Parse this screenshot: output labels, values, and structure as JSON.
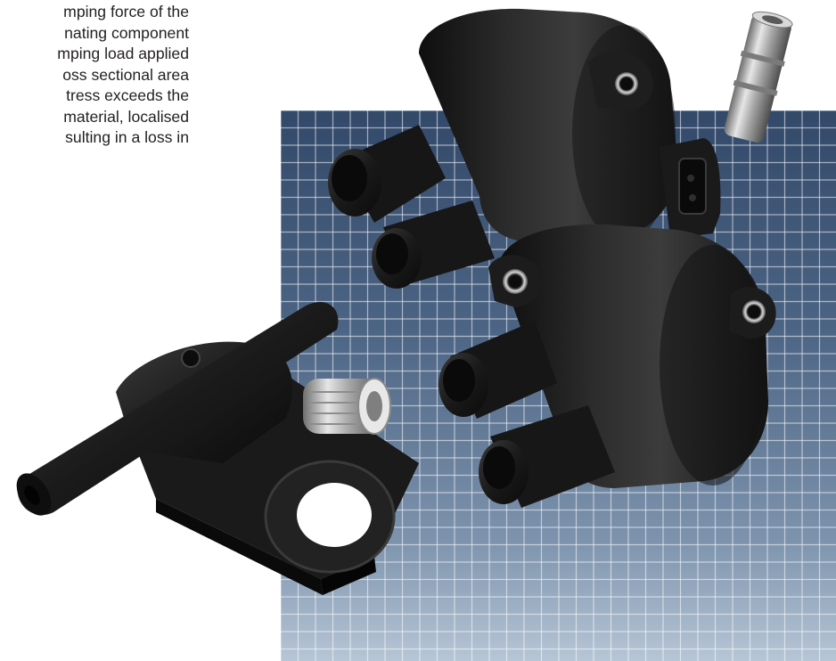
{
  "text_block": {
    "lines": [
      "mping force of the",
      "nating component",
      "mping load applied",
      "oss sectional area",
      "tress exceeds the",
      "material, localised",
      "sulting in a loss in"
    ]
  },
  "colors": {
    "text": "#231f20",
    "grid_dark": "#33496a",
    "grid_light": "#b7c6d6",
    "plastic": "#1c1c1c",
    "metal_insert": "#c9c9c9"
  },
  "icons": {
    "ignition_coil": "ignition-coil-image",
    "sensor_housing": "sensor-housing-image",
    "threaded_insert": "threaded-insert-image",
    "sleeve_insert": "sleeve-insert-image"
  }
}
